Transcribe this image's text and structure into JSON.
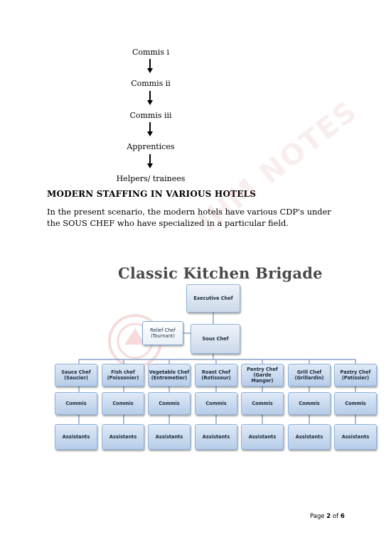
{
  "hierarchy": [
    "Commis i",
    "Commis ii",
    "Commis iii",
    "Apprentices",
    "Helpers/ trainees"
  ],
  "heading": "MODERN STAFFING IN VARIOUS HOTELS",
  "paragraph": "In the present scenario, the modern hotels have various CDP's under the SOUS CHEF who have specialized in a particular field.",
  "watermark": "IHM NOTES",
  "chart": {
    "title": "Classic Kitchen Brigade",
    "executive": "Executive Chef",
    "relief": "Relief Chef (Tournant)",
    "sous": "Sous Chef",
    "stations": [
      "Sauce Chef (Saucier)",
      "Fish chef (Poissonier)",
      "Vegetable Chef (Entremetier)",
      "Roast Chef (Rotisseur)",
      "Pantry Chef (Garde Manger)",
      "Grill Chef (Grillardin)",
      "Pastry Chef (Patissier)"
    ],
    "commis_label": "Commis",
    "assistants_label": "Assistants"
  },
  "footer": {
    "prefix": "Page ",
    "current": "2",
    "middle": " of ",
    "total": "6"
  }
}
